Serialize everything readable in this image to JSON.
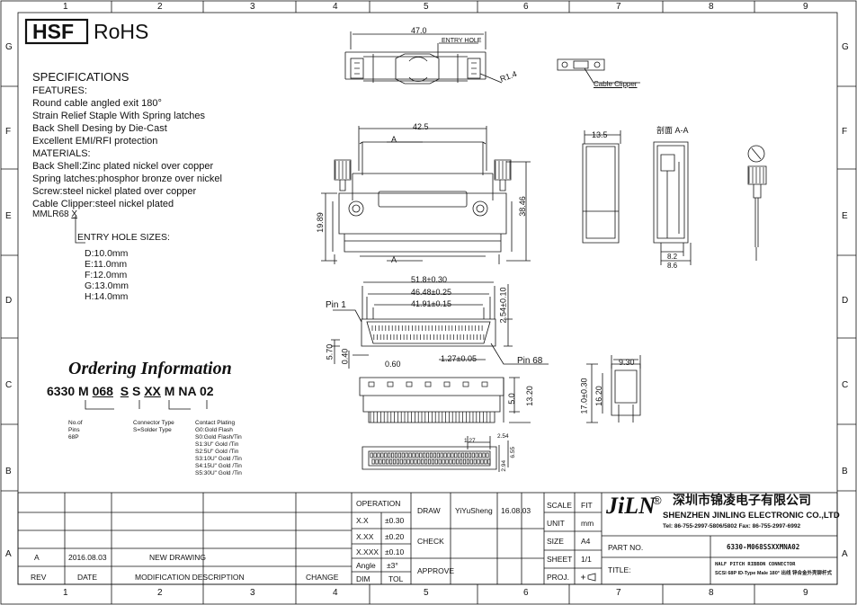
{
  "frame": {
    "cols": [
      "1",
      "2",
      "3",
      "4",
      "5",
      "6",
      "7",
      "8",
      "9"
    ],
    "rows": [
      "G",
      "F",
      "E",
      "D",
      "C",
      "B",
      "A"
    ]
  },
  "header": {
    "hsf": "HSF",
    "rohs": "RoHS"
  },
  "spec": {
    "title": "SPECIFICATIONS",
    "lines": [
      "FEATURES:",
      "Round cable angled exit 180°",
      "Strain Relief Staple With Spring latches",
      "Back Shell Desing by Die-Cast",
      "Excellent EMI/RFI protection",
      "MATERIALS:",
      "Back Shell:Zinc plated nickel over copper",
      "Spring latches:phosphor bronze over nickel",
      "Screw:steel nickel plated over copper",
      "Cable Clipper:steel nickel plated"
    ],
    "model": "MMLR68",
    "model_x": "X",
    "entry_title": "ENTRY HOLE SIZES:",
    "entry_sizes": [
      "D:10.0mm",
      "E:11.0mm",
      "F:12.0mm",
      "G:13.0mm",
      "H:14.0mm"
    ]
  },
  "ordering": {
    "title": "Ordering Information",
    "code_parts": [
      "6330",
      "M",
      "068",
      "S",
      "S",
      "XX",
      "M",
      "N",
      "A",
      "02"
    ],
    "pins_label": [
      "No.of",
      "Pins",
      "68P"
    ],
    "connector_label": [
      "Connector Type",
      "S=Solder Type"
    ],
    "plating_label": [
      "Contact Plating",
      "G0:Gold Flash",
      "S0:Gold Flash/Tin",
      "S1:3U\" Gold /Tin",
      "S2:5U\" Gold /Tin",
      "S3:10U\" Gold /Tin",
      "S4:15U\" Gold /Tin",
      "S5:30U\" Gold /Tin"
    ]
  },
  "drawing": {
    "dim_47": "47.0",
    "entry_hole": "ENTRY HOLE",
    "r14": "R1.4",
    "cable_clipper": "Cable Clipper",
    "dim_425": "42.5",
    "dim_135": "13.5",
    "section": "剖面 A-A",
    "a_top": "A",
    "a_bottom": "A",
    "dim_1989": "19.89",
    "dim_3846": "38.46",
    "dim_82": "8.2",
    "dim_86": "8.6",
    "dim_518": "51.8±0.30",
    "dim_4648": "46.48±0.25",
    "dim_4191": "41.91±0.15",
    "dim_254": "2.54±0.10",
    "pin1": "Pin 1",
    "pin68": "Pin 68",
    "dim_570": "5.70",
    "dim_040": "0.40",
    "dim_060": "0.60",
    "dim_127": "1.27±0.05",
    "dim_930": "9.30",
    "dim_170": "17.0±0.30",
    "dim_1620": "16.20",
    "dim_50": "5.0",
    "dim_1320": "13.20",
    "dim_127b": "1.27",
    "dim_254b": "2.54",
    "dim_294": "2.94",
    "dim_655": "6.55"
  },
  "titleblock": {
    "rev_header": "REV",
    "date_header": "DATE",
    "desc_header": "MODIFICATION  DESCRIPTION",
    "change_header": "CHANGE",
    "rev": "A",
    "date": "2016.08.03",
    "desc": "NEW  DRAWING",
    "operation": "OPERATION",
    "tol": [
      [
        "X.X",
        "±0.30"
      ],
      [
        "X.XX",
        "±0.20"
      ],
      [
        "X.XXX",
        "±0.10"
      ],
      [
        "Angle",
        "±3°"
      ]
    ],
    "dim": "DIM",
    "tol_h": "TOL",
    "draw": "DRAW",
    "drawer": "YiYuSheng",
    "draw_date": "16.08.03",
    "check": "CHECK",
    "approve": "APPROVE",
    "scale": "SCALE",
    "scale_v": "FIT",
    "unit": "UNIT",
    "unit_v": "mm",
    "size": "SIZE",
    "size_v": "A4",
    "sheet": "SHEET",
    "sheet_v": "1/1",
    "proj": "PROJ.",
    "logo": "JiLN",
    "reg": "®",
    "company_cn": "深圳市锦凌电子有限公司",
    "company_en": "SHENZHEN JINLING ELECTRONIC CO.,LTD",
    "tel": "Tel: 86-755-2997-5806/5802   Fax: 86-755-2997-6992",
    "part_no_label": "PART NO.",
    "part_no": "6330-M068SSXXMNA02",
    "title_label": "TITLE:",
    "title_1": "HALF PITCH RIBBON CONNECTOR",
    "title_2": "SCSI 68P ID-Type Male 180° 出线 锌合金外壳铆杆式"
  }
}
